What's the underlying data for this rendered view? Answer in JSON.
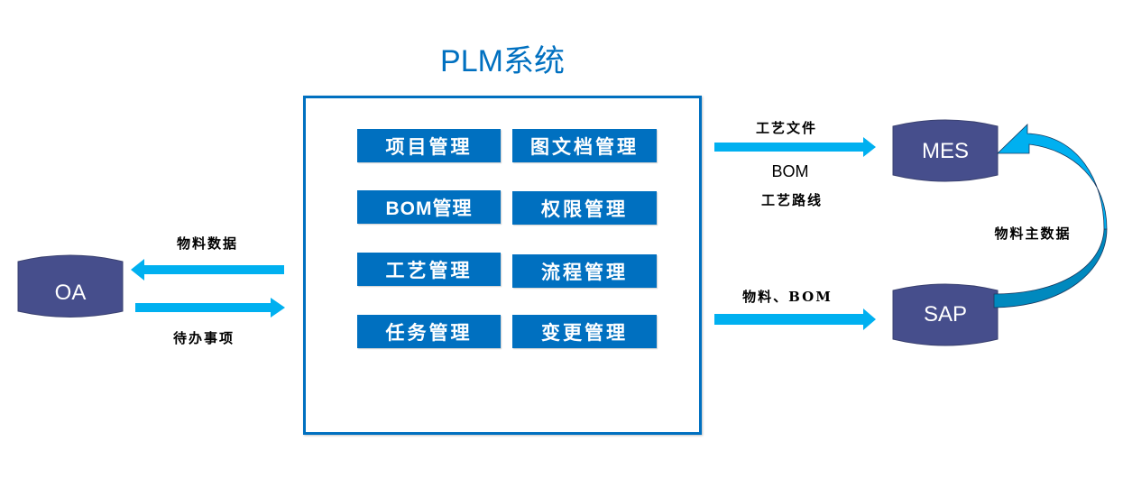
{
  "title": "PLM系统",
  "colors": {
    "primary": "#0070C0",
    "arrow": "#00B0F0",
    "arrow_shade": "#0089BE",
    "system_node": "#464E8C"
  },
  "plm_modules": [
    {
      "label": "项目管理"
    },
    {
      "label": "图文档管理"
    },
    {
      "label": "BOM管理"
    },
    {
      "label": "权限管理"
    },
    {
      "label": "工艺管理"
    },
    {
      "label": "流程管理"
    },
    {
      "label": "任务管理"
    },
    {
      "label": "变更管理"
    }
  ],
  "systems": {
    "oa": {
      "label": "OA"
    },
    "mes": {
      "label": "MES"
    },
    "sap": {
      "label": "SAP"
    }
  },
  "flows": {
    "plm_to_oa": {
      "label": "物料数据"
    },
    "oa_to_plm": {
      "label": "待办事项"
    },
    "plm_to_mes": {
      "label_top": "工艺文件",
      "label_bottom_1": "BOM",
      "label_bottom_2": "工艺路线"
    },
    "plm_to_sap": {
      "label": "物料、BOM"
    },
    "sap_to_mes": {
      "label": "物料主数据"
    }
  }
}
